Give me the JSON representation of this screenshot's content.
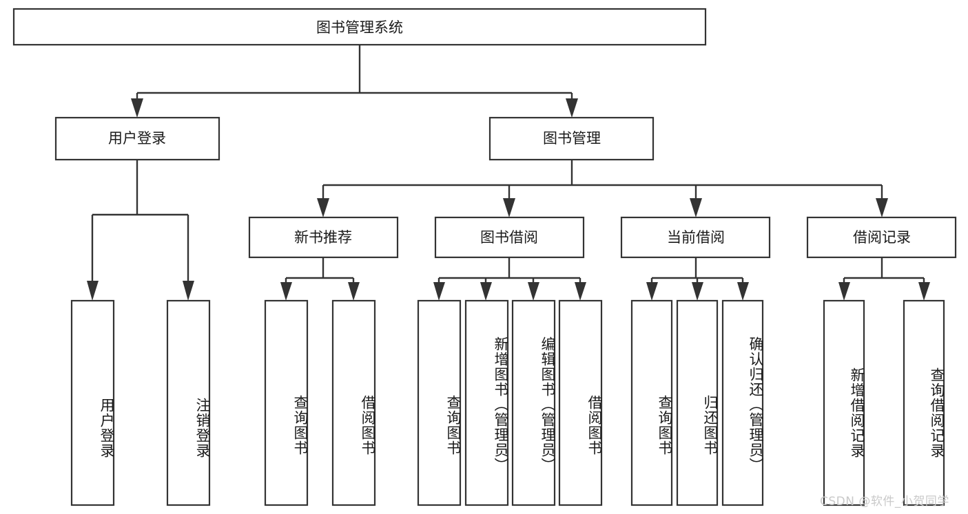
{
  "diagram": {
    "title": "图书管理系统",
    "type": "tree-hierarchy-diagram",
    "colors": {
      "box_stroke": "#333333",
      "box_fill": "#ffffff",
      "connector": "#333333",
      "text": "#1a1a1a",
      "watermark": "#c9c9c9",
      "background": "#ffffff"
    },
    "root": {
      "label": "图书管理系统"
    },
    "level2": [
      {
        "label": "用户登录"
      },
      {
        "label": "图书管理"
      }
    ],
    "level3": [
      {
        "label": "新书推荐"
      },
      {
        "label": "图书借阅"
      },
      {
        "label": "当前借阅"
      },
      {
        "label": "借阅记录"
      }
    ],
    "leaves": {
      "user_login": [
        {
          "label": "用户登录"
        },
        {
          "label": "注销登录"
        }
      ],
      "new_book_recommend": [
        {
          "label": "查询图书"
        },
        {
          "label": "借阅图书"
        }
      ],
      "book_borrow": [
        {
          "label": "查询图书"
        },
        {
          "label": "新增图书（管理员）"
        },
        {
          "label": "编辑图书（管理员）"
        },
        {
          "label": "借阅图书"
        }
      ],
      "current_borrow": [
        {
          "label": "查询图书"
        },
        {
          "label": "归还图书"
        },
        {
          "label": "确认归还（管理员）"
        }
      ],
      "borrow_record": [
        {
          "label": "新增借阅记录"
        },
        {
          "label": "查询借阅记录"
        }
      ]
    },
    "watermark": "CSDN @软件_小贺同学"
  }
}
